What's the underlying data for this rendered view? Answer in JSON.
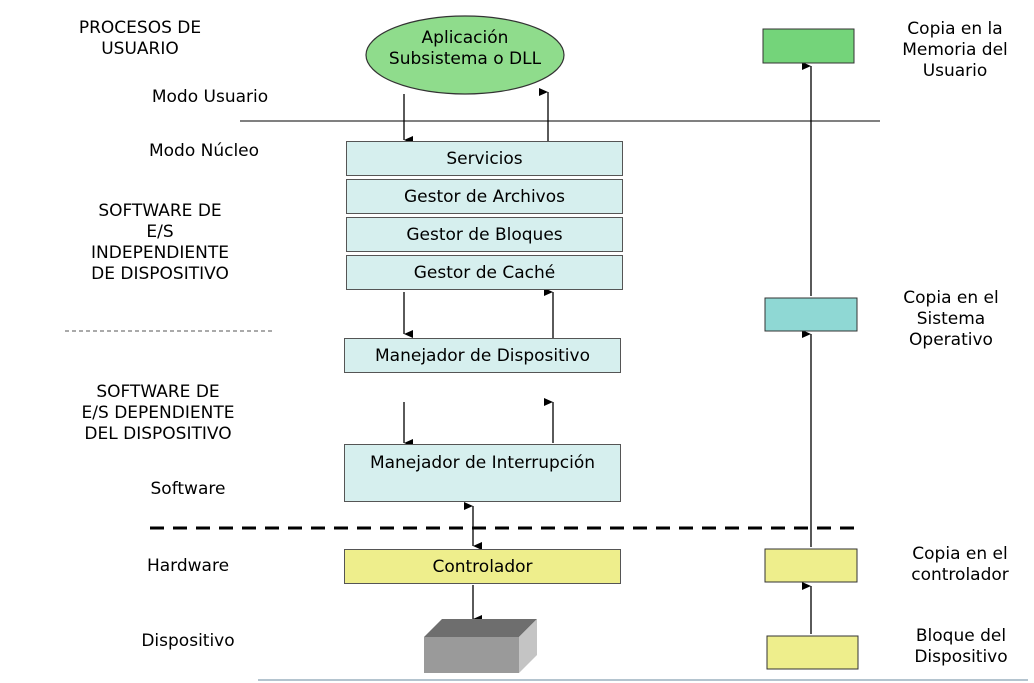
{
  "left_labels": {
    "procesos_usuario": [
      "PROCESOS DE",
      "USUARIO"
    ],
    "modo_usuario": "Modo Usuario",
    "modo_nucleo": "Modo Núcleo",
    "software_independiente": [
      "SOFTWARE DE",
      "E/S",
      "INDEPENDIENTE",
      "DE DISPOSITIVO"
    ],
    "software_dependiente": [
      "SOFTWARE DE",
      "E/S DEPENDIENTE",
      "DEL DISPOSITIVO"
    ],
    "software": "Software",
    "hardware": "Hardware",
    "dispositivo": "Dispositivo"
  },
  "center": {
    "aplicacion": [
      "Aplicación",
      "Subsistema o DLL"
    ],
    "servicios": "Servicios",
    "gestor_archivos": "Gestor de Archivos",
    "gestor_bloques": "Gestor de Bloques",
    "gestor_cache": "Gestor de Caché",
    "manejador_dispositivo": "Manejador de Dispositivo",
    "manejador_interrupcion": "Manejador de Interrupción",
    "controlador": "Controlador"
  },
  "right_labels": {
    "copia_memoria_usuario": [
      "Copia en la",
      "Memoria del",
      "Usuario"
    ],
    "copia_sistema_operativo": [
      "Copia en el",
      "Sistema",
      "Operativo"
    ],
    "copia_controlador": [
      "Copia en el",
      "controlador"
    ],
    "bloque_dispositivo": [
      "Bloque del",
      "Dispositivo"
    ]
  },
  "colors": {
    "ellipse_green": "#8fdc8c",
    "light_cyan": "#d6efee",
    "teal": "#8fd8d4",
    "green": "#74d47a",
    "yellow": "#eeee8c",
    "device_gray": "#9a9a9a"
  }
}
